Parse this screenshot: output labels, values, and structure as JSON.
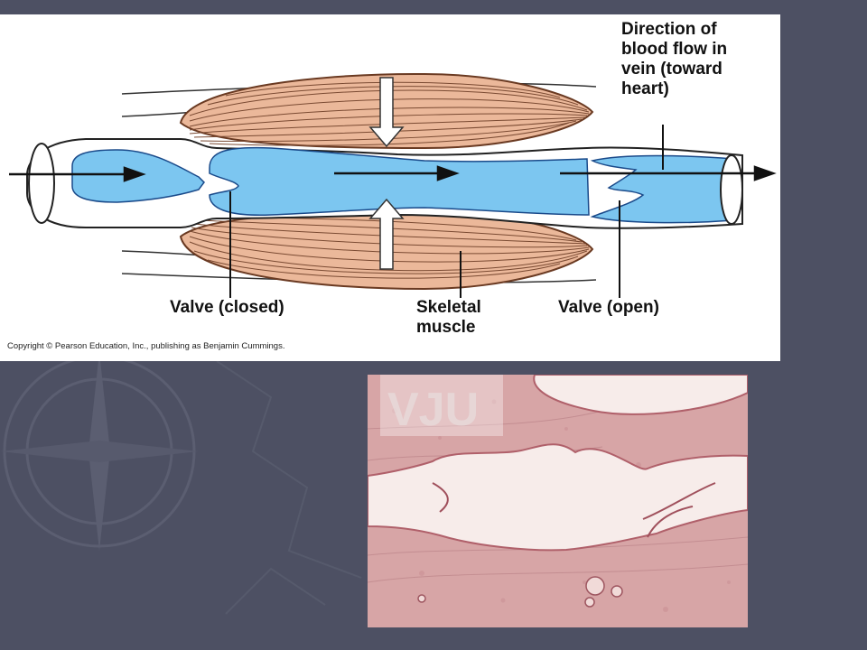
{
  "colors": {
    "slide_background": "#4d5063",
    "blood": "#7cc6f0",
    "muscle": "#ebb89a",
    "tissue": "#d7a5a6"
  },
  "diagram": {
    "labels": {
      "flow_direction": "Direction of\nblood flow in\nvein (toward\nheart)",
      "valve_closed": "Valve (closed)",
      "skeletal_muscle": "Skeletal\nmuscle",
      "valve_open": "Valve (open)"
    },
    "copyright": "Copyright © Pearson Education, Inc., publishing as Benjamin Cummings."
  },
  "micrograph": {
    "watermark": "VJU"
  }
}
